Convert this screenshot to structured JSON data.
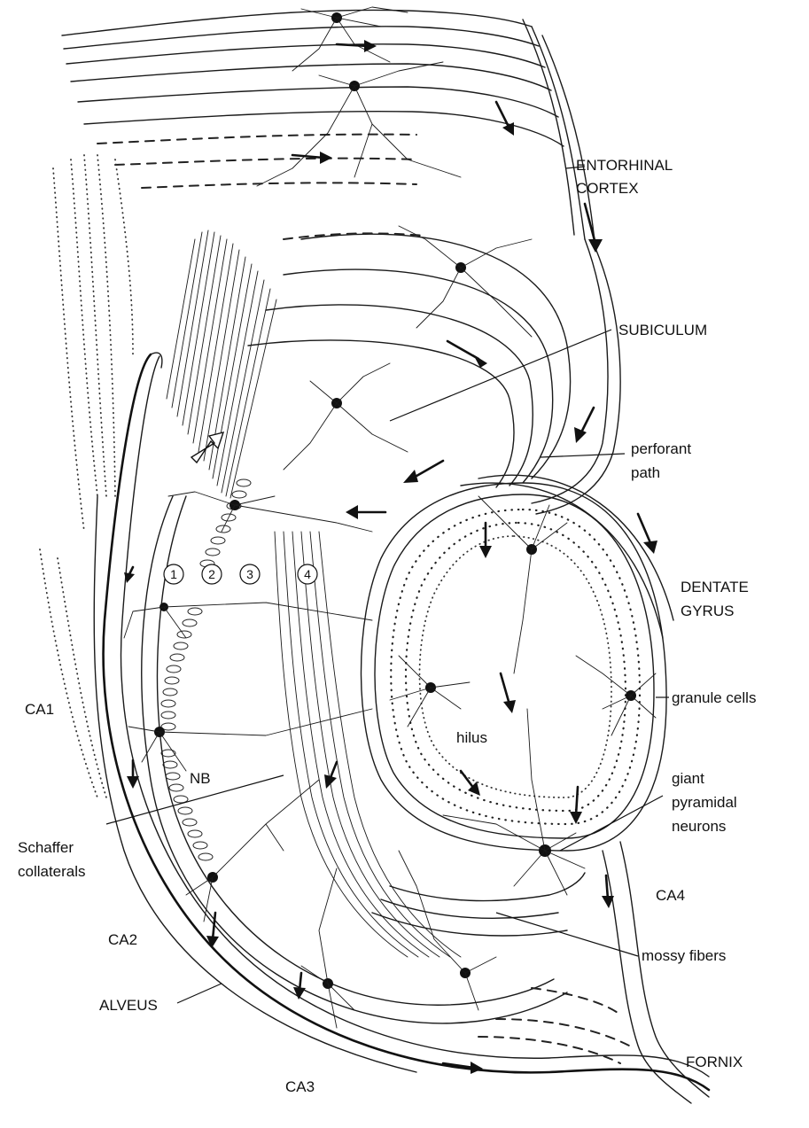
{
  "labels": {
    "entorhinal_line1": "ENTORHINAL",
    "entorhinal_line2": "CORTEX",
    "subiculum": "SUBICULUM",
    "perforant_line1": "perforant",
    "perforant_line2": "path",
    "dentate_line1": "DENTATE",
    "dentate_line2": "GYRUS",
    "granule_cells": "granule cells",
    "ca1": "CA1",
    "hilus": "hilus",
    "nb": "NB",
    "giant_line1": "giant",
    "giant_line2": "pyramidal",
    "giant_line3": "neurons",
    "schaffer_line1": "Schaffer",
    "schaffer_line2": "collaterals",
    "ca4": "CA4",
    "ca2": "CA2",
    "mossy_fibers": "mossy fibers",
    "alveus": "ALVEUS",
    "fornix": "FORNIX",
    "ca3": "CA3"
  },
  "numbered_markers": [
    "1",
    "2",
    "3",
    "4"
  ]
}
